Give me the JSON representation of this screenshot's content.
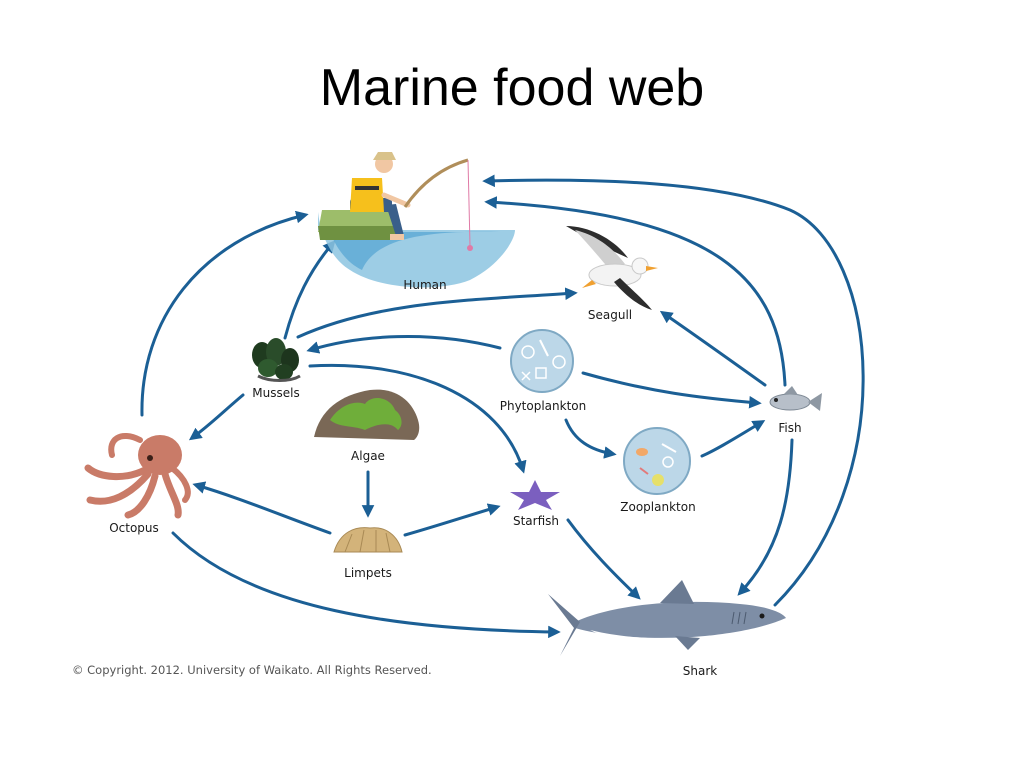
{
  "title": "Marine food web",
  "copyright": "© Copyright. 2012. University of Waikato. All Rights Reserved.",
  "nodes": {
    "human": "Human",
    "seagull": "Seagull",
    "mussels": "Mussels",
    "phytoplankton": "Phytoplankton",
    "fish": "Fish",
    "algae": "Algae",
    "zooplankton": "Zooplankton",
    "octopus": "Octopus",
    "starfish": "Starfish",
    "limpets": "Limpets",
    "shark": "Shark"
  },
  "edges": [
    {
      "from": "Octopus",
      "to": "Human"
    },
    {
      "from": "Mussels",
      "to": "Human"
    },
    {
      "from": "Fish",
      "to": "Human"
    },
    {
      "from": "Shark",
      "to": "Human"
    },
    {
      "from": "Mussels",
      "to": "Seagull"
    },
    {
      "from": "Fish",
      "to": "Seagull"
    },
    {
      "from": "Phytoplankton",
      "to": "Mussels"
    },
    {
      "from": "Phytoplankton",
      "to": "Fish"
    },
    {
      "from": "Phytoplankton",
      "to": "Zooplankton"
    },
    {
      "from": "Zooplankton",
      "to": "Fish"
    },
    {
      "from": "Mussels",
      "to": "Octopus"
    },
    {
      "from": "Mussels",
      "to": "Starfish"
    },
    {
      "from": "Algae",
      "to": "Limpets"
    },
    {
      "from": "Limpets",
      "to": "Octopus"
    },
    {
      "from": "Limpets",
      "to": "Starfish"
    },
    {
      "from": "Starfish",
      "to": "Shark"
    },
    {
      "from": "Octopus",
      "to": "Shark"
    },
    {
      "from": "Fish",
      "to": "Shark"
    }
  ],
  "colors": {
    "arrow": "#1b5f95",
    "title": "#000000"
  }
}
